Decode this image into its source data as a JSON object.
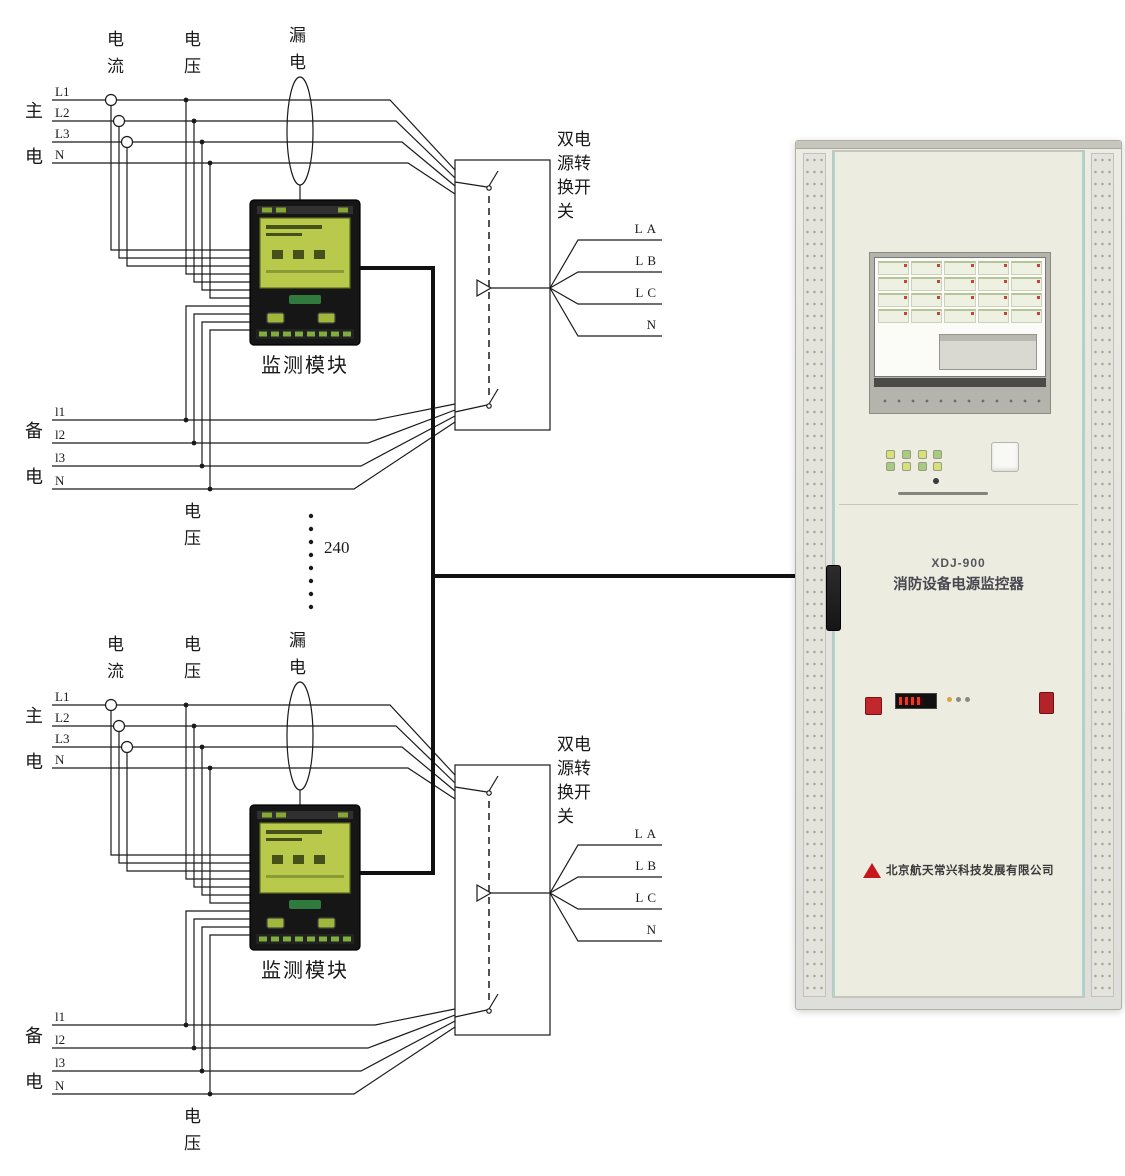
{
  "diagram": {
    "repeat_count": "240",
    "blocks": [
      {
        "current_label": "电流",
        "voltage_label": "电压",
        "leakage_label": "漏电",
        "main_power_label": "主电",
        "main_lines": [
          "L1",
          "L2",
          "L3",
          "N"
        ],
        "module_label": "监测模块",
        "switch_label": "双电源转换开关",
        "output_lines": [
          "LA",
          "LB",
          "LC",
          "N"
        ],
        "backup_power_label": "备电",
        "backup_lines": [
          "l1",
          "l2",
          "l3",
          "N"
        ],
        "voltage_label_bottom": "电压"
      },
      {
        "current_label": "电流",
        "voltage_label": "电压",
        "leakage_label": "漏电",
        "main_power_label": "主电",
        "main_lines": [
          "L1",
          "L2",
          "L3",
          "N"
        ],
        "module_label": "监测模块",
        "switch_label": "双电源转换开关",
        "output_lines": [
          "LA",
          "LB",
          "LC",
          "N"
        ],
        "backup_power_label": "备电",
        "backup_lines": [
          "l1",
          "l2",
          "l3",
          "N"
        ],
        "voltage_label_bottom": "电压"
      }
    ]
  },
  "cabinet": {
    "model": "XDJ-900",
    "title": "消防设备电源监控器",
    "company": "北京航天常兴科技发展有限公司"
  },
  "colors": {
    "line": "#1a1a1a",
    "module_screen_green": "#b9c94b",
    "cabinet_teal": "#a9d6ce",
    "logo_red": "#c5161d"
  }
}
